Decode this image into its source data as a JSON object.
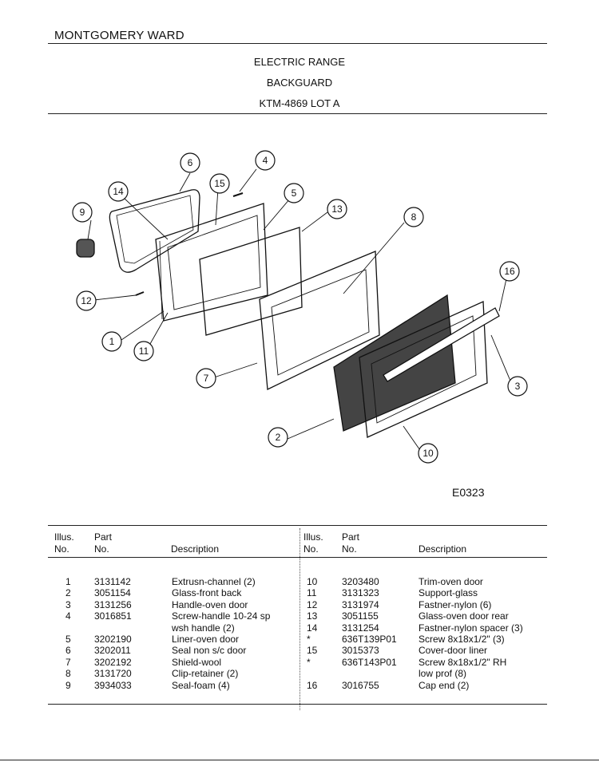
{
  "header": {
    "brand": "MONTGOMERY WARD",
    "title_1": "ELECTRIC RANGE",
    "title_2": "BACKGUARD",
    "title_3": "KTM-4869 LOT A"
  },
  "diagram": {
    "code": "E0323",
    "callouts": [
      "1",
      "2",
      "3",
      "4",
      "5",
      "6",
      "7",
      "8",
      "9",
      "10",
      "11",
      "12",
      "13",
      "14",
      "15",
      "16"
    ]
  },
  "table": {
    "headers": {
      "illus_1": "Illus.",
      "illus_2": "No.",
      "part_1": "Part",
      "part_2": "No.",
      "description": "Description"
    },
    "left": [
      {
        "illus": "1",
        "part": "3131142",
        "desc": "Extrusn-channel (2)"
      },
      {
        "illus": "2",
        "part": "3051154",
        "desc": "Glass-front back"
      },
      {
        "illus": "3",
        "part": "3131256",
        "desc": "Handle-oven door"
      },
      {
        "illus": "4",
        "part": "3016851",
        "desc": "Screw-handle 10-24 sp"
      },
      {
        "illus": "",
        "part": "",
        "desc": "wsh handle (2)"
      },
      {
        "illus": "5",
        "part": "3202190",
        "desc": "Liner-oven door"
      },
      {
        "illus": "6",
        "part": "3202011",
        "desc": "Seal non s/c door"
      },
      {
        "illus": "7",
        "part": "3202192",
        "desc": "Shield-wool"
      },
      {
        "illus": "8",
        "part": "3131720",
        "desc": "Clip-retainer (2)"
      },
      {
        "illus": "9",
        "part": "3934033",
        "desc": "Seal-foam (4)"
      }
    ],
    "right": [
      {
        "illus": "10",
        "part": "3203480",
        "desc": "Trim-oven door"
      },
      {
        "illus": "11",
        "part": "3131323",
        "desc": "Support-glass"
      },
      {
        "illus": "12",
        "part": "3131974",
        "desc": "Fastner-nylon (6)"
      },
      {
        "illus": "13",
        "part": "3051155",
        "desc": "Glass-oven door rear"
      },
      {
        "illus": "14",
        "part": "3131254",
        "desc": "Fastner-nylon spacer (3)"
      },
      {
        "illus": "*",
        "part": "636T139P01",
        "desc": "Screw 8x18x1/2\" (3)"
      },
      {
        "illus": "15",
        "part": "3015373",
        "desc": "Cover-door liner"
      },
      {
        "illus": "*",
        "part": "636T143P01",
        "desc": "Screw 8x18x1/2\" RH"
      },
      {
        "illus": "",
        "part": "",
        "desc": "low prof (8)"
      },
      {
        "illus": "16",
        "part": "3016755",
        "desc": "Cap end (2)"
      }
    ]
  }
}
